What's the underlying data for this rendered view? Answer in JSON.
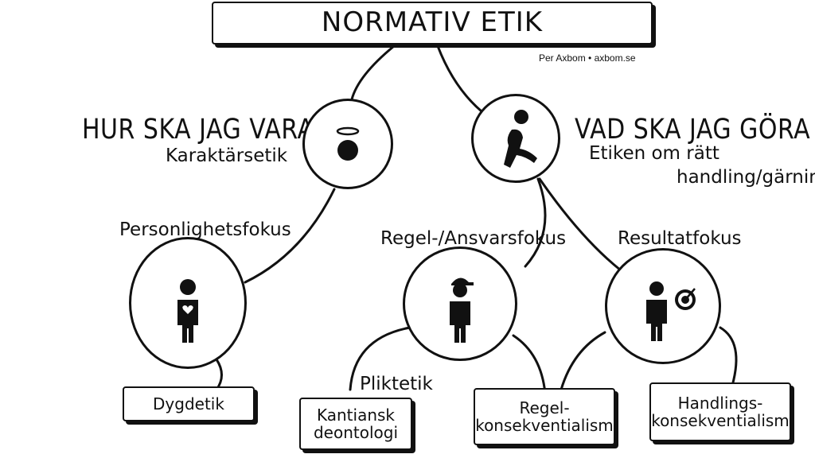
{
  "title": "NORMATIV ETIK",
  "credit": "Per Axbom • axbom.se",
  "left_branch": {
    "heading": "HUR SKA JAG VARA",
    "subheading": "Karaktärsetik",
    "icon": "haloed-figure-icon"
  },
  "right_branch": {
    "heading": "VAD SKA JAG GÖRA",
    "subheading_line1": "Etiken om rätt",
    "subheading_line2": "handling/gärning",
    "icon": "walking-figure-icon"
  },
  "focus": {
    "personality": "Personlighetsfokus",
    "rule": "Regel-/Ansvarsfokus",
    "result": "Resultatfokus"
  },
  "focus_icons": {
    "personality": "heart-person-icon",
    "rule": "cap-person-icon",
    "result": "target-person-icon"
  },
  "pliktetik_label": "Pliktetik",
  "leaves": {
    "dygdetik": "Dygdetik",
    "kantiansk_line1": "Kantiansk",
    "kantiansk_line2": "deontologi",
    "regel_line1": "Regel-",
    "regel_line2": "konsekventialism",
    "handlings_line1": "Handlings-",
    "handlings_line2": "konsekventialism"
  },
  "colors": {
    "ink": "#111111",
    "background": "#ffffff"
  }
}
